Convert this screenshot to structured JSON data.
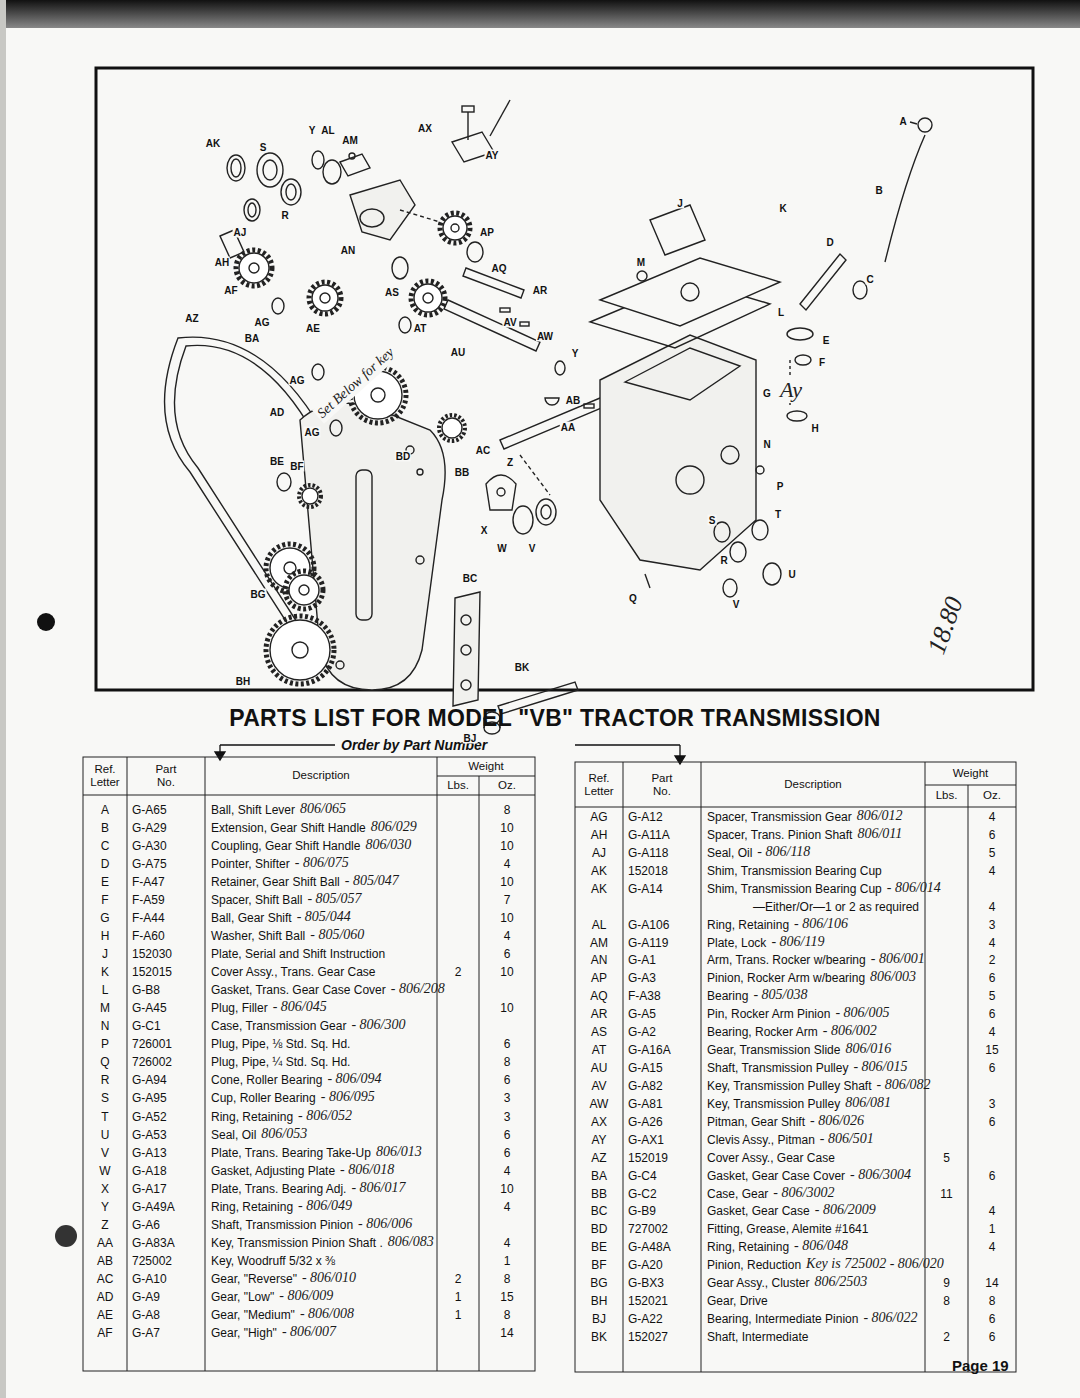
{
  "diagram": {
    "title": "PARTS LIST FOR MODEL \"VB\" TRACTOR TRANSMISSION",
    "labels": [
      "Order by Part Number",
      "Ref. Letter",
      "Part No.",
      "Description",
      "Weight",
      "Lbs.",
      "Oz.",
      "A",
      "G-A65",
      "Ball, Shift Lever",
      "806/065",
      "8",
      "B",
      "G-A29",
      "Extension, Gear Shift Handle",
      "806/029",
      "10",
      "C",
      "G-A30",
      "Coupling, Gear Shift Handle",
      "806/030",
      "10",
      "D",
      "G-A75",
      "Pointer, Shifter",
      "- 806/075",
      "4",
      "E",
      "F-A47",
      "Retainer, Gear Shift Ball",
      "- 805/047",
      "10",
      "F",
      "F-A59",
      "Spacer, Shift Ball",
      "- 805/057",
      "7",
      "G",
      "F-A44",
      "Ball, Gear Shift",
      "- 805/044",
      "10",
      "H",
      "F-A60",
      "Washer, Shift Ball",
      "- 805/060",
      "4",
      "J",
      "152030",
      "Plate, Serial and Shift Instruction",
      "6",
      "K",
      "152015",
      "Cover Assy., Trans. Gear Case",
      "2",
      "10",
      "L",
      "G-B8",
      "Gasket, Trans. Gear Case Cover",
      "- 806/208",
      "M",
      "G-A45",
      "Plug, Filler",
      "- 806/045",
      "10",
      "N",
      "G-C1",
      "Case, Transmission Gear",
      "- 806/300",
      "P",
      "726001",
      "Plug, Pipe, ⅛ Std. Sq. Hd.",
      "6",
      "Q",
      "726002",
      "Plug, Pipe, ¼ Std. Sq. Hd.",
      "8",
      "R",
      "G-A94",
      "Cone, Roller Bearing",
      "- 806/094",
      "6",
      "S",
      "G-A95",
      "Cup, Roller Bearing",
      "- 806/095",
      "3",
      "T",
      "G-A52",
      "Ring, Retaining",
      "- 806/052",
      "3",
      "U",
      "G-A53",
      "Seal, Oil",
      "806/053",
      "6",
      "V",
      "G-A13",
      "Plate, Trans. Bearing Take-Up",
      "806/013",
      "6",
      "W",
      "G-A18",
      "Gasket, Adjusting Plate",
      "- 806/018",
      "4",
      "X",
      "G-A17",
      "Plate, Trans. Bearing Adj.",
      "- 806/017",
      "10",
      "Y",
      "G-A49A",
      "Ring, Retaining",
      "- 806/049",
      "4",
      "Z",
      "G-A6",
      "Shaft, Transmission Pinion",
      "- 806/006",
      "AA",
      "G-A83A",
      "Key, Transmission Pinion Shaft .",
      "806/083",
      "4",
      "AB",
      "725002",
      "Key, Woodruff 5/32 x ⅜",
      "1",
      "AC",
      "G-A10",
      "Gear, \"Reverse\"",
      "- 806/010",
      "2",
      "8",
      "AD",
      "G-A9",
      "Gear, \"Low\"",
      "- 806/009",
      "1",
      "15",
      "AE",
      "G-A8",
      "Gear, \"Medium\"",
      "- 806/008",
      "1",
      "8",
      "AF",
      "G-A7",
      "Gear, \"High\"",
      "- 806/007",
      "14",
      "Ref. Letter",
      "Part No.",
      "Description",
      "Weight",
      "Lbs.",
      "Oz.",
      "AG",
      "G-A12",
      "Spacer, Transmission Gear",
      "806/012",
      "4",
      "AH",
      "G-A11A",
      "Spacer, Trans. Pinion Shaft",
      "806/011",
      "6",
      "AJ",
      "G-A118",
      "Seal, Oil",
      "- 806/118",
      "5",
      "AK",
      "152018",
      "Shim, Transmission Bearing Cup",
      "4",
      "AK",
      "G-A14",
      "Shim, Transmission Bearing Cup",
      "- 806/014",
      "—Either/Or—1 or 2 as required",
      "4",
      "AL",
      "G-A106",
      "Ring, Retaining",
      "- 806/106",
      "3",
      "AM",
      "G-A119",
      "Plate, Lock",
      "- 806/119",
      "4",
      "AN",
      "G-A1",
      "Arm, Trans. Rocker w/bearing",
      "- 806/001",
      "2",
      "AP",
      "G-A3",
      "Pinion, Rocker Arm w/bearing",
      "806/003",
      "6",
      "AQ",
      "F-A38",
      "Bearing",
      "- 805/038",
      "5",
      "AR",
      "G-A5",
      "Pin, Rocker Arm Pinion",
      "- 806/005",
      "6",
      "AS",
      "G-A2",
      "Bearing, Rocker Arm",
      "- 806/002",
      "4",
      "AT",
      "G-A16A",
      "Gear, Transmission Slide",
      "806/016",
      "15",
      "AU",
      "G-A15",
      "Shaft, Transmission Pulley",
      "- 806/015",
      "6",
      "AV",
      "G-A82",
      "Key, Transmission Pulley Shaft",
      "- 806/082",
      "AW",
      "G-A81",
      "Key, Transmission Pulley",
      "806/081",
      "3",
      "AX",
      "G-A26",
      "Pitman, Gear Shift",
      "- 806/026",
      "6",
      "AY",
      "G-AX1",
      "Clevis Assy., Pitman",
      "- 806/501",
      "AZ",
      "152019",
      "Cover Assy., Gear Case",
      "5",
      "BA",
      "G-C4",
      "Gasket, Gear Case Cover",
      "- 806/3004",
      "6",
      "BB",
      "G-C2",
      "Case, Gear",
      "- 806/3002",
      "11",
      "BC",
      "G-B9",
      "Gasket, Gear Case",
      "- 806/2009",
      "4",
      "BD",
      "727002",
      "Fitting, Grease, Alemite #1641",
      "1",
      "BE",
      "G-A48A",
      "Ring, Retaining",
      "- 806/048",
      "4",
      "BF",
      "G-A20",
      "Pinion, Reduction",
      "Key is 725002 - 806/020",
      "BG",
      "G-BX3",
      "Gear Assy., Cluster",
      "806/2503",
      "9",
      "14",
      "BH",
      "152021",
      "Gear, Drive",
      "8",
      "8",
      "BJ",
      "G-A22",
      "Bearing, Intermediate Pinion",
      "- 806/022",
      "6",
      "BK",
      "152027",
      "Shaft, Intermediate",
      "2",
      "6",
      "AK",
      "S",
      "Y",
      "AL",
      "AX",
      "AM",
      "AY",
      "R",
      "AJ",
      "AH",
      "AN",
      "AP",
      "AQ",
      "AR",
      "AS",
      "AF",
      "AG",
      "AT",
      "AV",
      "AW",
      "AE",
      "AU",
      "AZ",
      "BA",
      "AG",
      "Y",
      "AD",
      "AG",
      "AB",
      "AA",
      "AC",
      "Z",
      "BD",
      "BE",
      "BF",
      "BB",
      "X",
      "W",
      "V",
      "BC",
      "BG",
      "BH",
      "BJ",
      "BK",
      "A",
      "B",
      "J",
      "K",
      "M",
      "L",
      "D",
      "C",
      "E",
      "F",
      "G",
      "H",
      "N",
      "P",
      "T",
      "S",
      "R",
      "U",
      "V",
      "Q",
      "Set Below for key",
      "Ay",
      "18.80",
      "Page 19"
    ]
  }
}
